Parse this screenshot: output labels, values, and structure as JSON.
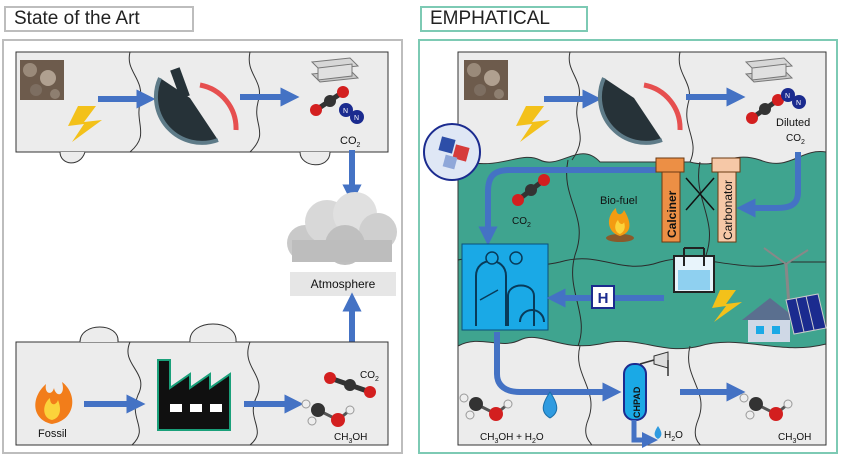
{
  "left_panel": {
    "title": "State of the Art",
    "co2_top": "CO",
    "co2_top_sub": "2",
    "atmosphere": "Atmosphere",
    "fossil": "Fossil",
    "co2_bottom": "CO",
    "co2_bottom_sub": "2",
    "methanol": "CH",
    "methanol_sub": "3",
    "methanol_tail": "OH"
  },
  "right_panel": {
    "title": "EMPHATICAL",
    "diluted": "Diluted",
    "diluted_co2": "CO",
    "diluted_co2_sub": "2",
    "captured_co2": "CO",
    "captured_co2_sub": "2",
    "biofuel": "Bio-fuel",
    "calciner": "Calciner",
    "carbonator": "Carbonator",
    "h_badge": "H",
    "chpad": "CHPAD",
    "water_out": "H",
    "water_out_sub": "2",
    "water_out_tail": "O",
    "crude_methanol": "CH",
    "crude_methanol_sub": "3",
    "crude_methanol_mid": "OH + H",
    "crude_methanol_sub2": "2",
    "crude_methanol_tail": "O",
    "pure_methanol": "CH",
    "pure_methanol_sub": "3",
    "pure_methanol_tail": "OH"
  },
  "colors": {
    "arrow_blue": "#4472c4",
    "puzzle_grey": "#ececec",
    "puzzle_teal": "#3fa48f",
    "right_border": "#7dcab4",
    "left_border": "#bdbdbd",
    "calciner_orange": "#ec8f45",
    "carbonator_peach": "#f6c8a7",
    "plant_blue": "#1aa9e6"
  }
}
